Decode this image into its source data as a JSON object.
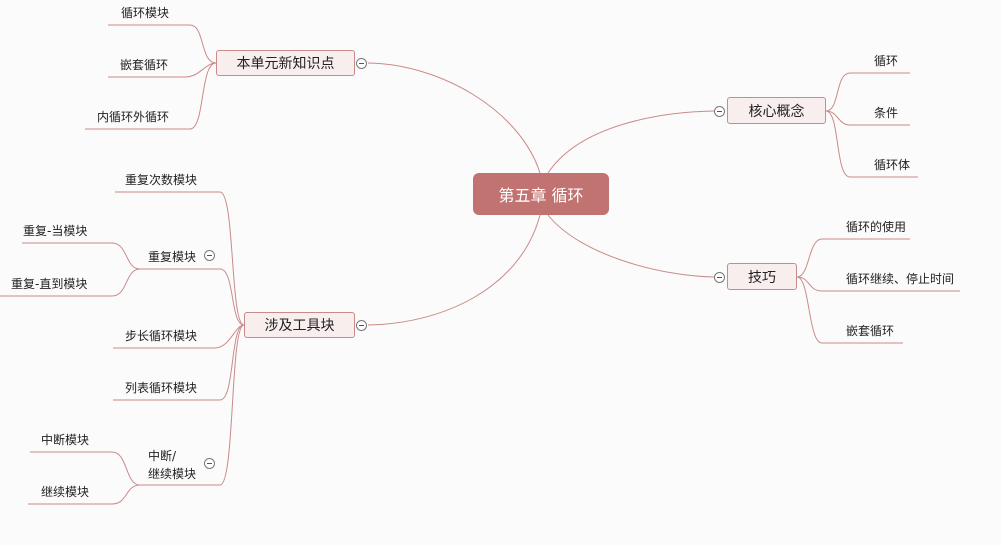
{
  "root": {
    "label": "第五章 循环"
  },
  "branches": {
    "new_knowledge": {
      "label": "本单元新知识点",
      "items": [
        "循环模块",
        "嵌套循环",
        "内循环外循环"
      ]
    },
    "tool_blocks": {
      "label": "涉及工具块",
      "items": [
        "重复次数模块",
        "重复模块",
        "步长循环模块",
        "列表循环模块",
        "中断/\n继续模块"
      ],
      "repeat_children": [
        "重复-当模块",
        "重复-直到模块"
      ],
      "break_children": [
        "中断模块",
        "继续模块"
      ]
    },
    "core_concepts": {
      "label": "核心概念",
      "items": [
        "循环",
        "条件",
        "循环体"
      ]
    },
    "skills": {
      "label": "技巧",
      "items": [
        "循环的使用",
        "循环继续、停止时间",
        "嵌套循环"
      ]
    }
  },
  "colors": {
    "root": "#c17371",
    "line": "#c98b89",
    "node_bg": "#f8eeee"
  }
}
